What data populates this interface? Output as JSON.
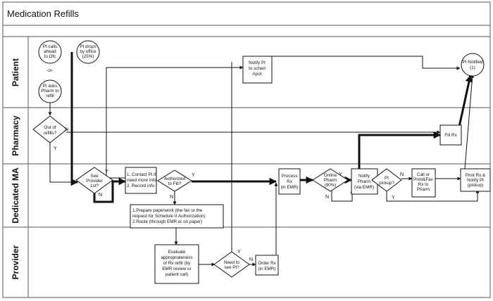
{
  "title": "Medication Refills",
  "lanes": [
    "Patient",
    "Pharmacy",
    "Dedicated MA",
    "Provider"
  ],
  "nodes": {
    "pt_calls": [
      "Pt calls",
      "ahead",
      "to Ofc"
    ],
    "or_label": "-or-",
    "pt_asks": [
      "Pt asks",
      "Pharm to",
      "refill"
    ],
    "pt_drops": [
      "Pt drops",
      "by office",
      "(25%)"
    ],
    "notify_sched": [
      "Notify Pt",
      "to sched",
      "Apot"
    ],
    "pt_notified": [
      "Pt Notified",
      "(1)"
    ],
    "out_of_refills": [
      "Out of",
      "refills?"
    ],
    "fill_rx": [
      "Fill Rx"
    ],
    "see_provider": [
      "See",
      "Provider",
      "1st?"
    ],
    "contact_pt": [
      "1. Contact Pt if",
      "need more info",
      "2. Record info"
    ],
    "authorized": [
      "Authorized",
      "to Fill?"
    ],
    "paperwork": [
      "1.Prepare paperwork (the fax or the",
      "request for Schedule II Authorization)",
      "2.Route (through EMR or on paper)"
    ],
    "process_rx": [
      "Process",
      "Rx",
      "(in EMR)"
    ],
    "online_pharm": [
      "Online",
      "Pharm",
      "(90%)"
    ],
    "notify_pharm": [
      "Notify",
      "Pharm",
      "(via EMR)"
    ],
    "pt_pickup": [
      "Pt",
      "pickup?"
    ],
    "call_print_fax": [
      "Call or",
      "Print&Fax",
      "Rx to",
      "Pharm"
    ],
    "print_rx": [
      "Print Rx &",
      "Notify Pt",
      "(pickup)"
    ],
    "evaluate": [
      "Evaluate",
      "appropriateness",
      "of Rx refill (by",
      "EMR review or",
      "patient call)"
    ],
    "need_to_see": [
      "Need to",
      "see Pt?"
    ],
    "order_rx": [
      "Order Rx",
      "(in EMR)"
    ]
  },
  "branch_labels": {
    "out_n": "N",
    "out_y": "Y",
    "see_y": "Y",
    "see_n": "N",
    "auth_y": "Y",
    "auth_n": "N",
    "online_y": "Y",
    "online_n": "N",
    "pickup_n": "N",
    "pickup_y": "Y",
    "need_y": "Y",
    "need_n": "N"
  }
}
